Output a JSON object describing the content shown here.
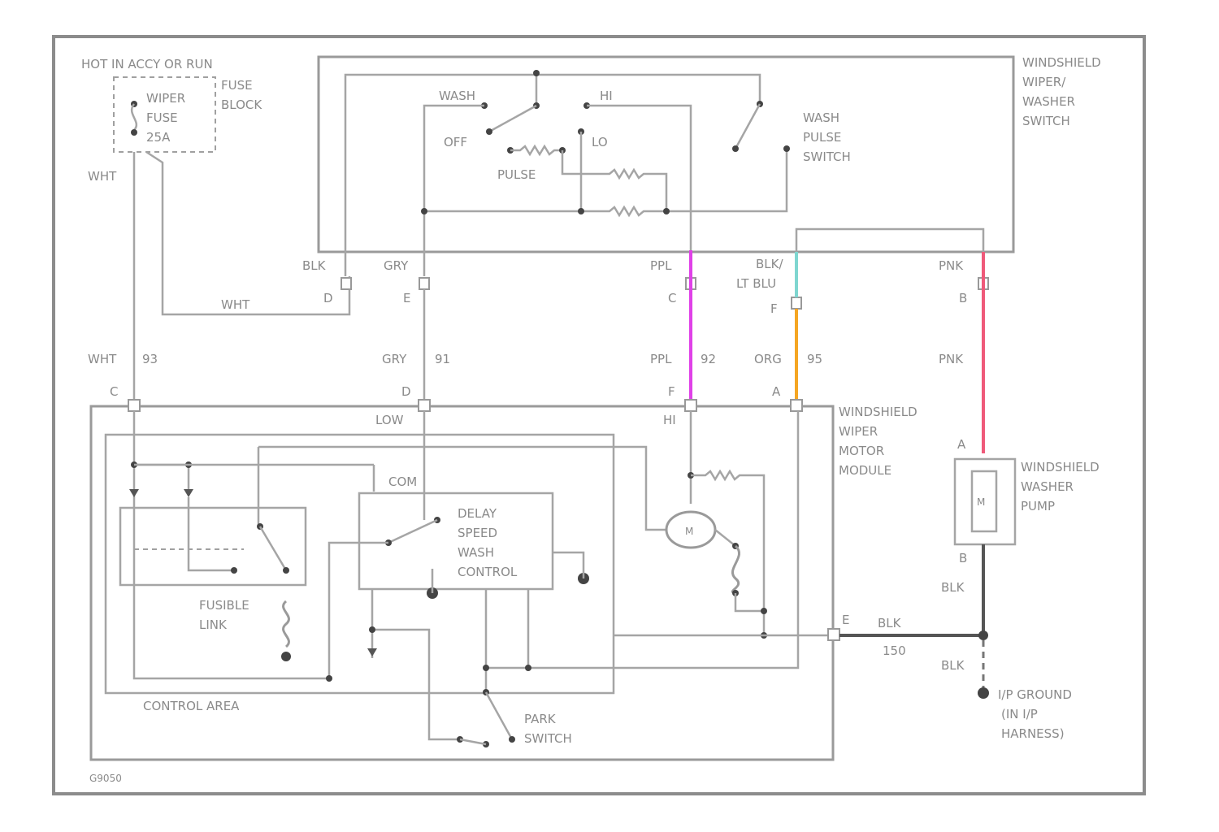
{
  "fuse": {
    "hot_label": "HOT IN ACCY OR RUN",
    "fuse_name": [
      "WIPER",
      "FUSE",
      "25A"
    ],
    "block_label": [
      "FUSE",
      "BLOCK"
    ]
  },
  "switch": {
    "title": [
      "WINDSHIELD",
      "WIPER/",
      "WASHER",
      "SWITCH"
    ],
    "wash_label": "WASH",
    "hi_label": "HI",
    "off_label": "OFF",
    "lo_label": "LO",
    "pulse_label": "PULSE",
    "wash_pulse_switch": [
      "WASH",
      "PULSE",
      "SWITCH"
    ]
  },
  "connectors_top": {
    "d": {
      "wire": "BLK",
      "pin": "D"
    },
    "e": {
      "wire": "GRY",
      "pin": "E"
    },
    "c": {
      "wire": "PPL",
      "pin": "C"
    },
    "f": {
      "wire": [
        "BLK/",
        "LT BLU"
      ],
      "pin": "F"
    },
    "b": {
      "wire": "PNK",
      "pin": "B"
    }
  },
  "wht_labels": [
    "WHT",
    "WHT"
  ],
  "mid_wires": {
    "wht": {
      "color": "WHT",
      "circuit": "93"
    },
    "gry": {
      "color": "GRY",
      "circuit": "91"
    },
    "ppl": {
      "color": "PPL",
      "circuit": "92"
    },
    "org": {
      "color": "ORG",
      "circuit": "95"
    },
    "pnk": {
      "color": "PNK"
    }
  },
  "motor_pins": {
    "c": "C",
    "d": "D",
    "f": "F",
    "a": "A",
    "e": "E",
    "b": "B",
    "pump_a": "A"
  },
  "motor": {
    "title": [
      "WINDSHIELD",
      "WIPER",
      "MOTOR",
      "MODULE"
    ],
    "low_label": "LOW",
    "hi_label": "HI",
    "com_label": "COM",
    "m_symbol": "M",
    "delay_control": [
      "DELAY",
      "SPEED",
      "WASH",
      "CONTROL"
    ],
    "fusible_link": [
      "FUSIBLE",
      "LINK"
    ],
    "control_area": "CONTROL AREA",
    "park_switch": [
      "PARK",
      "SWITCH"
    ]
  },
  "pump": {
    "title": [
      "WINDSHIELD",
      "WASHER",
      "PUMP"
    ],
    "m_symbol": "M"
  },
  "ground": {
    "blk1": "BLK",
    "blk2": "BLK",
    "blk3": "BLK",
    "circuit": "150",
    "ground_label": [
      "I/P GROUND",
      "(IN I/P",
      "HARNESS)"
    ]
  },
  "figure_id": "G9050",
  "colors": {
    "ppl": "#e040e8",
    "pnk": "#ef5a7a",
    "org": "#f5a623",
    "lt_blu": "#7fd6d0"
  }
}
